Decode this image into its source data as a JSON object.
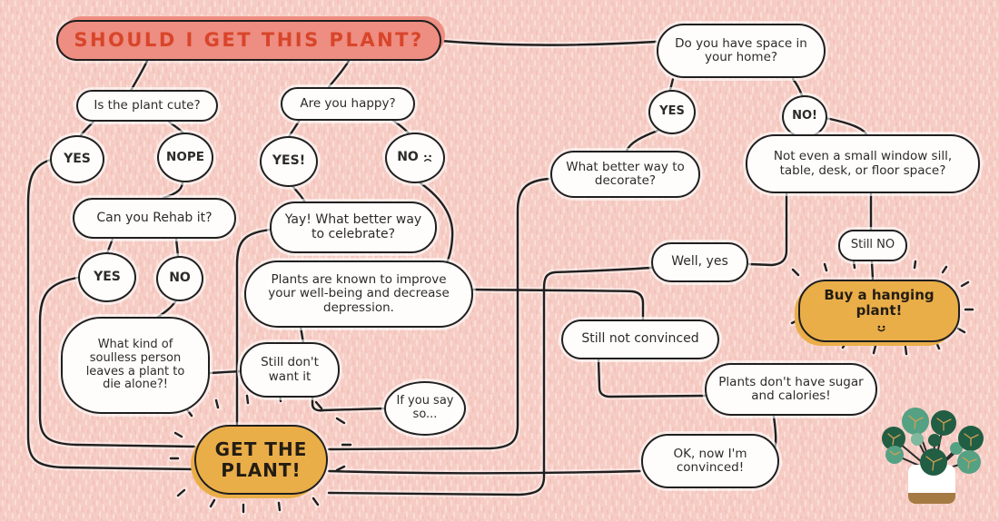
{
  "canvas": {
    "background_color": "#f6cdc5",
    "texture_light": "#fbe3dc",
    "texture_dark": "#f2bcb2",
    "line_color": "#1f1f1f",
    "accent_salmon": "#ee8d81",
    "accent_gold": "#eaae49",
    "title_text_color": "#d8452a"
  },
  "nodes": {
    "title": {
      "label": "SHOULD I GET THIS PLANT?"
    },
    "q_cute": {
      "label": "Is the plant cute?"
    },
    "yes_cute": {
      "label": "YES"
    },
    "nope": {
      "label": "NOPE"
    },
    "q_rehab": {
      "label": "Can you Rehab it?"
    },
    "yes_rehab": {
      "label": "YES"
    },
    "no_rehab": {
      "label": "NO"
    },
    "soulless": {
      "label": "What kind of soulless person leaves a plant to die alone?!"
    },
    "q_happy": {
      "label": "Are you happy?"
    },
    "yes_happy": {
      "label": "YES!"
    },
    "no_happy": {
      "label": "NO",
      "face": "sad"
    },
    "yay": {
      "label": "Yay! What better way to celebrate?"
    },
    "plants_known": {
      "label": "Plants are known to improve your well-being and decrease depression."
    },
    "still_dont_want": {
      "label": "Still don't want it"
    },
    "if_you_say_so": {
      "label": "If you say so..."
    },
    "get_the_plant": {
      "label": "GET THE PLANT!"
    },
    "q_space": {
      "label": "Do you have space in your home?"
    },
    "yes_space": {
      "label": "YES"
    },
    "no_space": {
      "label": "NO!"
    },
    "decorate": {
      "label": "What better way to decorate?"
    },
    "not_even": {
      "label": "Not even a small window sill, table, desk, or floor space?"
    },
    "still_no": {
      "label": "Still NO"
    },
    "buy_hanging": {
      "label": "Buy a hanging plant!",
      "face": "smiley"
    },
    "well_yes": {
      "label": "Well, yes"
    },
    "still_not_convinced": {
      "label": "Still not convinced"
    },
    "sugar": {
      "label": "Plants don't have sugar and calories!"
    },
    "ok_convinced": {
      "label": "OK, now I'm convinced!"
    }
  },
  "edges": [
    [
      "title",
      "q_cute"
    ],
    [
      "title",
      "q_happy"
    ],
    [
      "title",
      "q_space"
    ],
    [
      "q_cute",
      "yes_cute"
    ],
    [
      "q_cute",
      "nope"
    ],
    [
      "yes_cute",
      "get_the_plant"
    ],
    [
      "nope",
      "q_rehab"
    ],
    [
      "q_rehab",
      "yes_rehab"
    ],
    [
      "q_rehab",
      "no_rehab"
    ],
    [
      "yes_rehab",
      "get_the_plant"
    ],
    [
      "no_rehab",
      "soulless"
    ],
    [
      "soulless",
      "still_dont_want"
    ],
    [
      "q_happy",
      "yes_happy"
    ],
    [
      "q_happy",
      "no_happy"
    ],
    [
      "yes_happy",
      "yay"
    ],
    [
      "yay",
      "get_the_plant"
    ],
    [
      "no_happy",
      "plants_known"
    ],
    [
      "plants_known",
      "still_dont_want"
    ],
    [
      "plants_known",
      "still_not_convinced"
    ],
    [
      "still_dont_want",
      "if_you_say_so"
    ],
    [
      "still_not_convinced",
      "sugar"
    ],
    [
      "sugar",
      "ok_convinced"
    ],
    [
      "ok_convinced",
      "get_the_plant"
    ],
    [
      "q_space",
      "yes_space"
    ],
    [
      "q_space",
      "no_space"
    ],
    [
      "yes_space",
      "decorate"
    ],
    [
      "decorate",
      "get_the_plant"
    ],
    [
      "no_space",
      "not_even"
    ],
    [
      "not_even",
      "well_yes"
    ],
    [
      "not_even",
      "still_no"
    ],
    [
      "still_no",
      "buy_hanging"
    ],
    [
      "well_yes",
      "get_the_plant"
    ]
  ],
  "illustration": {
    "name": "pilea plant in white pot",
    "leaf_dark": "#215e43",
    "leaf_teal": "#55a184",
    "leaf_light": "#7fb89d",
    "pot_color": "#ffffff",
    "pot_base_color": "#a57b43",
    "vein_color": "#cf9f55"
  }
}
